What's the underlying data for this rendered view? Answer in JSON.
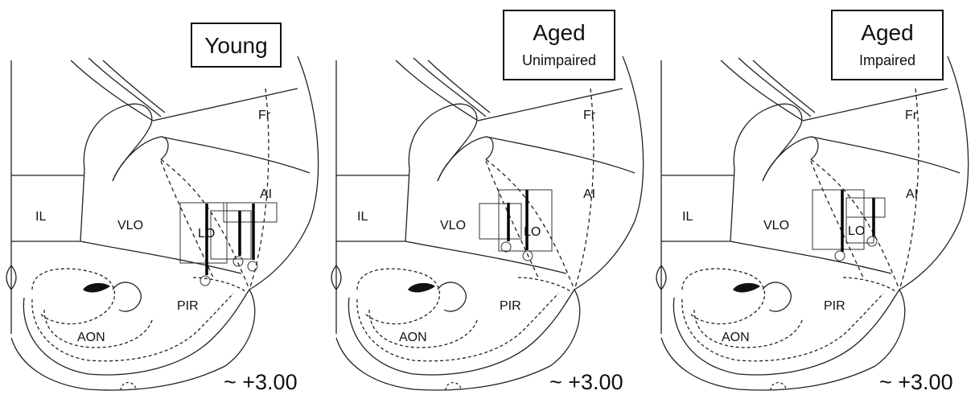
{
  "panels": [
    {
      "title": "Young",
      "subtitle": "",
      "coordinate": "~ +3.00"
    },
    {
      "title": "Aged",
      "subtitle": "Unimpaired",
      "coordinate": "~ +3.00"
    },
    {
      "title": "Aged",
      "subtitle": "Impaired",
      "coordinate": "~ +3.00"
    }
  ],
  "region_labels": {
    "fr": "Fr",
    "ai": "AI",
    "il": "IL",
    "vlo": "VLO",
    "lo": "LO",
    "pir": "PIR",
    "aon": "AON"
  }
}
